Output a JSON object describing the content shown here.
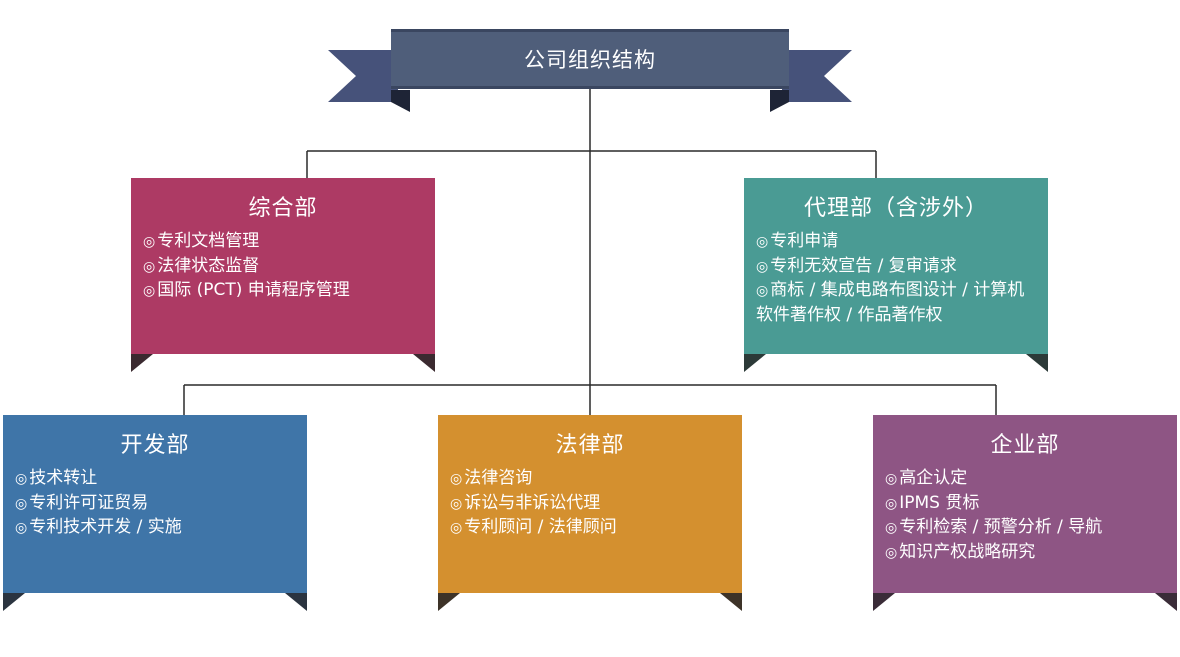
{
  "title": "公司组织结构",
  "departments": [
    {
      "id": "zonghe",
      "name": "综合部",
      "color": "#ad3a64",
      "shadow": "#3b2a30",
      "items": [
        "专利文档管理",
        "法律状态监督",
        "国际 (PCT) 申请程序管理"
      ]
    },
    {
      "id": "daili",
      "name": "代理部（含涉外）",
      "color": "#4a9b94",
      "shadow": "#2c3a38",
      "items": [
        "专利申请",
        "专利无效宣告 / 复审请求",
        "商标 / 集成电路布图设计 / 计算机软件著作权 / 作品著作权"
      ]
    },
    {
      "id": "kaifa",
      "name": "开发部",
      "color": "#3f75a8",
      "shadow": "#2b3440",
      "items": [
        "技术转让",
        "专利许可证贸易",
        "专利技术开发 / 实施"
      ]
    },
    {
      "id": "falv",
      "name": "法律部",
      "color": "#d4902f",
      "shadow": "#3d3328",
      "items": [
        "法律咨询",
        "诉讼与非诉讼代理",
        "专利顾问 / 法律顾问"
      ]
    },
    {
      "id": "qiye",
      "name": "企业部",
      "color": "#8e5584",
      "shadow": "#3a2c38",
      "items": [
        "高企认定",
        "IPMS 贯标",
        "专利检索 / 预警分析 / 导航",
        "知识产权战略研究"
      ]
    }
  ],
  "bullet_glyph": "◎",
  "colors": {
    "title_bar": "#4f5e7a",
    "ribbon_tail": "#46527a",
    "ribbon_shadow": "#1e2436",
    "connector": "#2a2a2a"
  }
}
